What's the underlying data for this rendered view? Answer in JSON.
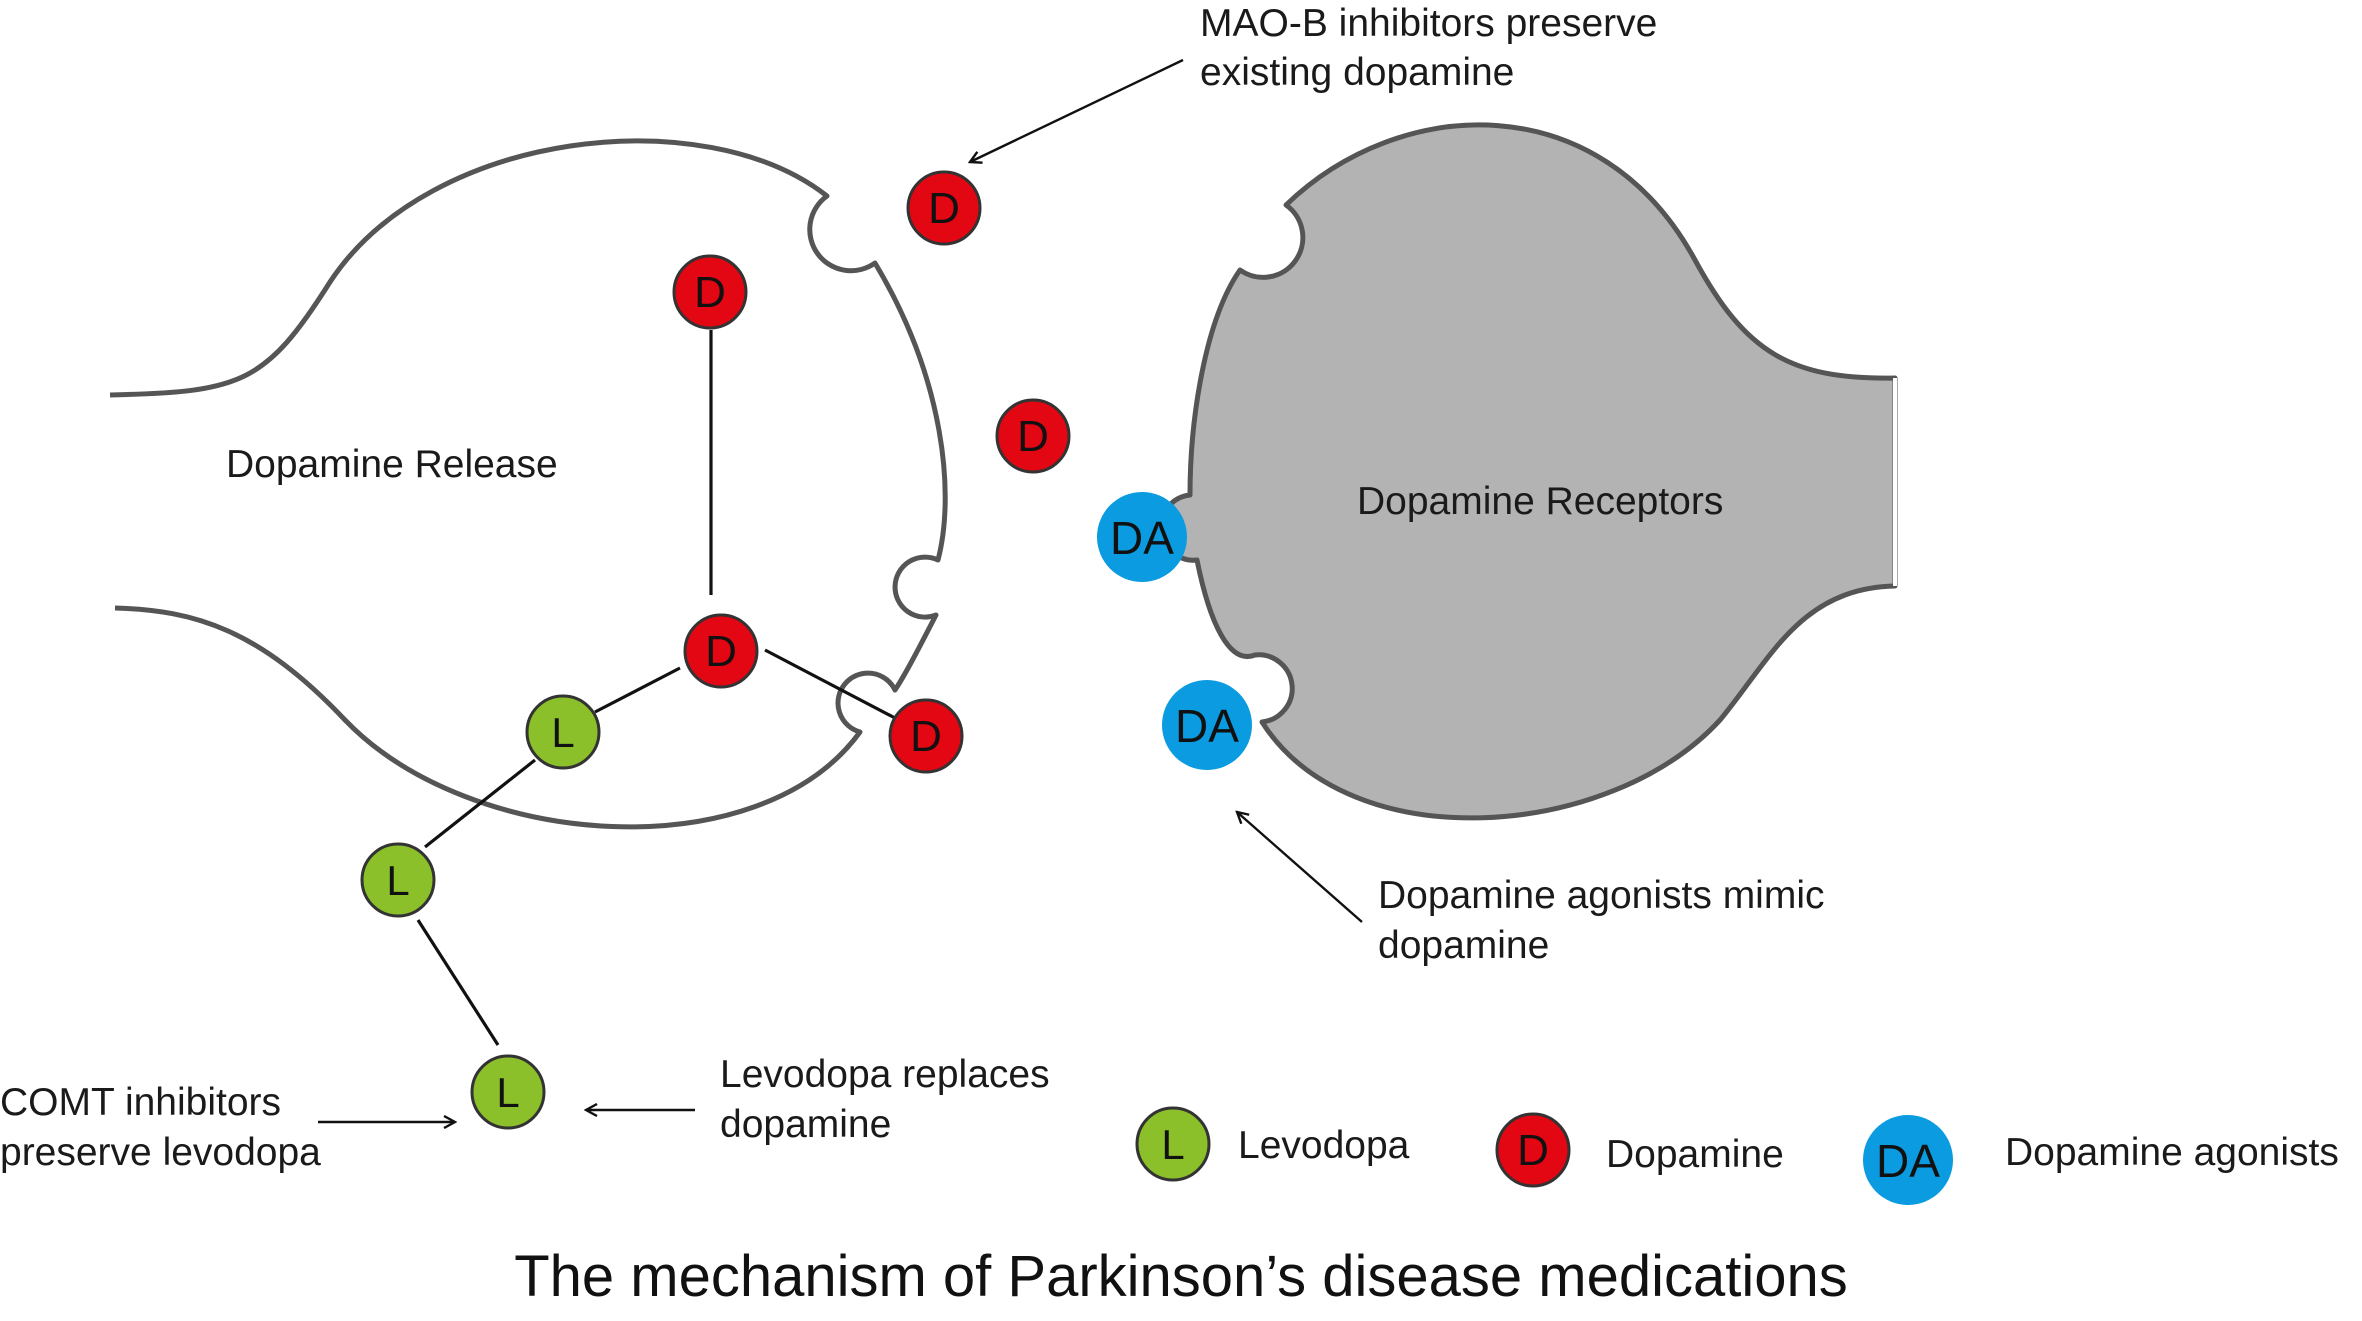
{
  "title": "The mechanism of Parkinson’s disease medications",
  "regions": {
    "release": "Dopamine Release",
    "receptors": "Dopamine Receptors"
  },
  "annotations": {
    "maob": [
      "MAO-B inhibitors preserve",
      "existing dopamine"
    ],
    "agonists": [
      "Dopamine agonists mimic",
      "dopamine"
    ],
    "levodopa": [
      "Levodopa replaces",
      "dopamine"
    ],
    "comt": [
      "COMT inhibitors",
      "preserve levodopa"
    ]
  },
  "legend": {
    "levodopa": {
      "symbol": "L",
      "label": "Levodopa"
    },
    "dopamine": {
      "symbol": "D",
      "label": "Dopamine"
    },
    "agonist": {
      "symbol": "DA",
      "label": "Dopamine agonists"
    }
  },
  "molecule_symbols": {
    "levodopa": "L",
    "dopamine": "D",
    "agonist": "DA"
  },
  "colors": {
    "levodopa": "#8cc02a",
    "dopamine": "#e30613",
    "agonist": "#0a9be0",
    "receptor_fill": "#b3b3b3",
    "outline": "#555555"
  }
}
